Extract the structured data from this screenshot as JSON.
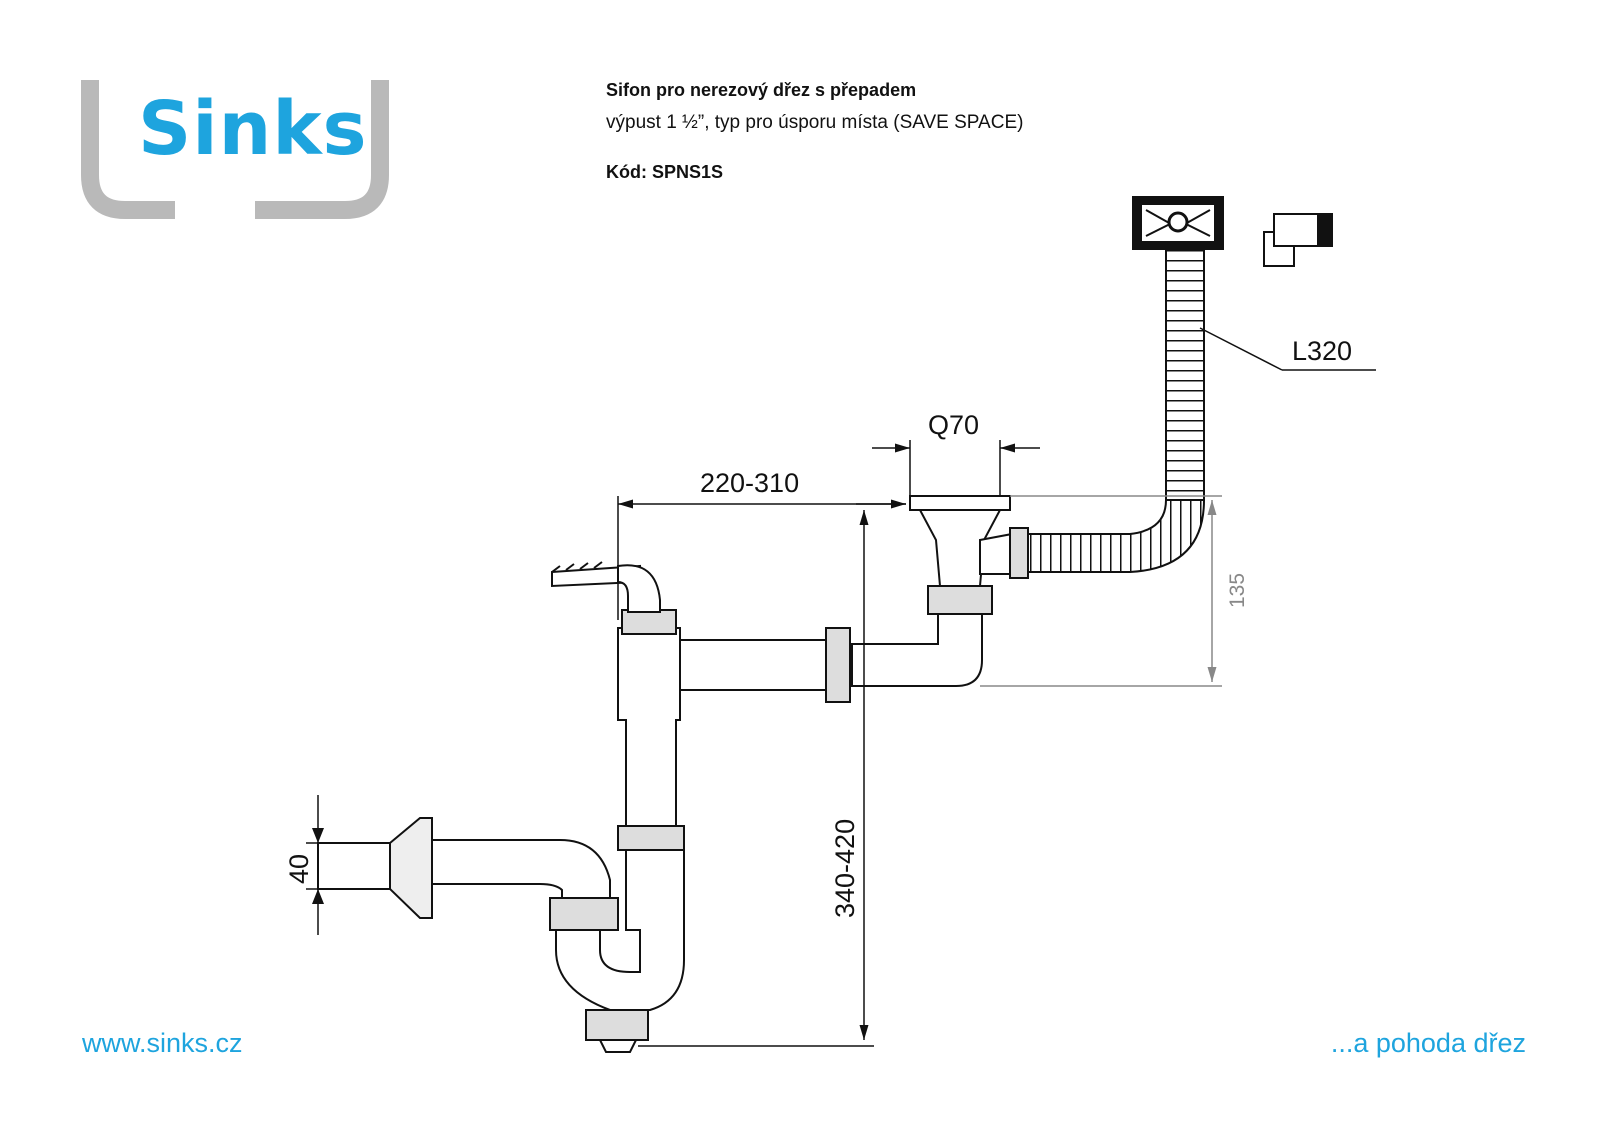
{
  "brand": {
    "logo": "Sinks",
    "color": "#1ea4de"
  },
  "header": {
    "title": "Sifon pro nerezový dřez s přepadem",
    "subtitle": "výpust 1 ½”, typ pro úsporu místa (SAVE SPACE)",
    "code": "Kód: SPNS1S"
  },
  "dimensions": {
    "overflow_hose": "L320",
    "strainer": "Q70",
    "horizontal": "220-310",
    "height_right": "135",
    "height_main": "340-420",
    "outlet": "40"
  },
  "footer": {
    "website": "www.sinks.cz",
    "slogan": "...a pohoda dřez"
  }
}
